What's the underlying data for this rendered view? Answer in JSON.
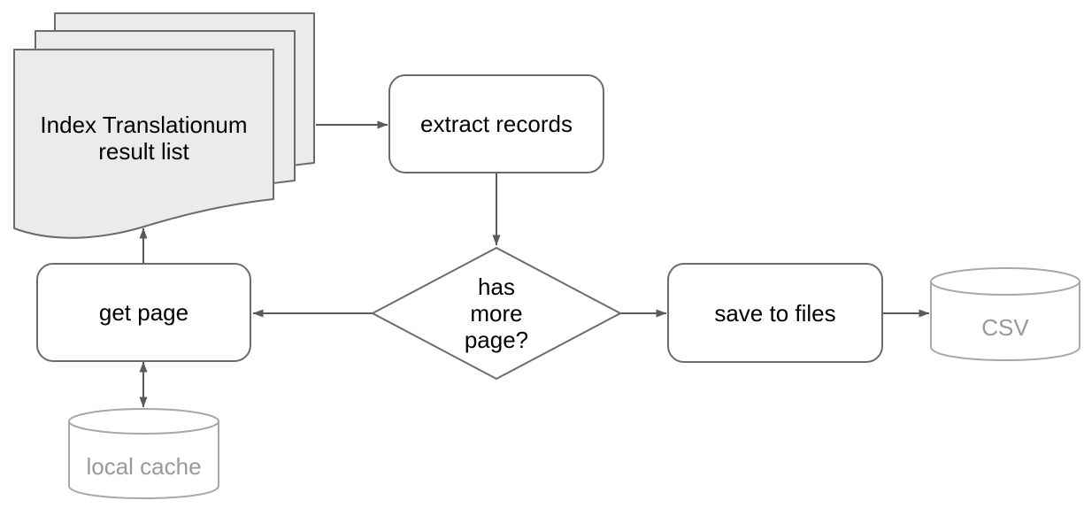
{
  "diagram_type": "flowchart",
  "palette": {
    "background": "#ffffff",
    "shape_fill": "#ffffff",
    "document_fill": "#ebebeb",
    "shape_stroke": "#6b6b6b",
    "cylinder_stroke": "#a8a8a8",
    "arrow_color": "#5a5a5a",
    "text_color": "#000000",
    "cylinder_text_color": "#999999"
  },
  "nodes": [
    {
      "id": "result_list",
      "shape": "stacked-documents",
      "label": "Index Translationum\nresult list"
    },
    {
      "id": "extract_records",
      "shape": "rounded-rectangle",
      "label": "extract records"
    },
    {
      "id": "has_more_page",
      "shape": "decision-diamond",
      "label": "has\nmore\npage?"
    },
    {
      "id": "get_page",
      "shape": "rounded-rectangle",
      "label": "get page"
    },
    {
      "id": "save_to_files",
      "shape": "rounded-rectangle",
      "label": "save to files"
    },
    {
      "id": "local_cache",
      "shape": "database-cylinder",
      "label": "local cache"
    },
    {
      "id": "csv",
      "shape": "database-cylinder",
      "label": "CSV"
    }
  ],
  "edges": [
    {
      "from": "result_list",
      "to": "extract_records",
      "arrowheads": "single",
      "direction": "right"
    },
    {
      "from": "extract_records",
      "to": "has_more_page",
      "arrowheads": "single",
      "direction": "down"
    },
    {
      "from": "has_more_page",
      "to": "get_page",
      "arrowheads": "single",
      "direction": "left"
    },
    {
      "from": "has_more_page",
      "to": "save_to_files",
      "arrowheads": "single",
      "direction": "right"
    },
    {
      "from": "save_to_files",
      "to": "csv",
      "arrowheads": "single",
      "direction": "right"
    },
    {
      "from": "get_page",
      "to": "result_list",
      "arrowheads": "single",
      "direction": "up"
    },
    {
      "from": "get_page",
      "to": "local_cache",
      "arrowheads": "double",
      "direction": "vertical"
    }
  ]
}
